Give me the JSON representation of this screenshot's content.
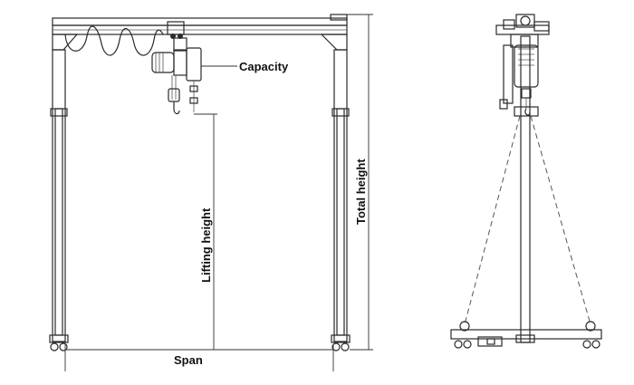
{
  "labels": {
    "capacity": "Capacity",
    "lifting_height": "Lifting height",
    "total_height": "Total height",
    "span": "Span"
  }
}
